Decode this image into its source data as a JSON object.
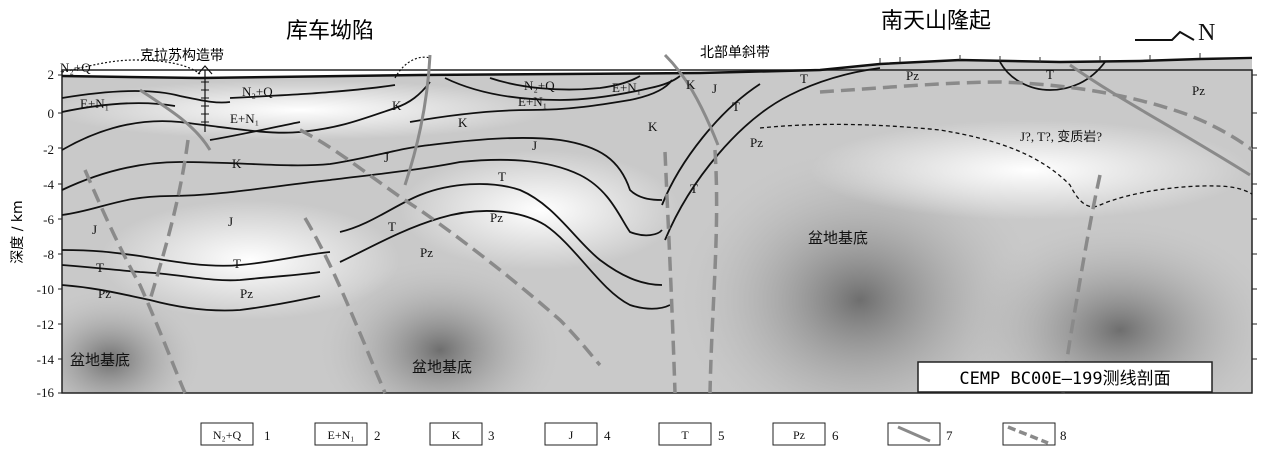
{
  "titles": {
    "kuche": "库车坳陷",
    "tianshan": "南天山隆起",
    "north": "N"
  },
  "structure_labels": {
    "kelasu": "克拉苏构造带",
    "beibu": "北部单斜带"
  },
  "y_axis": {
    "label": "深度 / km",
    "ticks": [
      "2",
      "0",
      "-2",
      "-4",
      "-6",
      "-8",
      "-10",
      "-12",
      "-14",
      "-16"
    ]
  },
  "section_label": "CEMP BC00E—199测线剖面",
  "unit_labels": {
    "nq1": "N₂+Q",
    "nq2": "N₂+Q",
    "nq3": "N₂+Q",
    "en1": "E+N₁",
    "en2": "E+N₁",
    "en3": "E+N₁",
    "en4": "E+N₁",
    "k1": "K",
    "k2": "K",
    "k3": "K",
    "k4": "K",
    "j1": "J",
    "j2": "J",
    "j3": "J",
    "j4": "J",
    "j5": "J",
    "t1": "T",
    "t2": "T",
    "t3": "T",
    "t4": "T",
    "t5": "T",
    "t6": "T",
    "t7": "T",
    "pz1": "Pz",
    "pz2": "Pz",
    "pz3": "Pz",
    "pz4": "Pz",
    "pz5": "Pz",
    "pz6": "Pz",
    "jtq": "J?, T?, 变质岩?",
    "basin1": "盆地基底",
    "basin2": "盆地基底",
    "basin3": "盆地基底"
  },
  "legend": [
    {
      "symbol": "N₂+Q",
      "num": "1"
    },
    {
      "symbol": "E+N₁",
      "num": "2"
    },
    {
      "symbol": "K",
      "num": "3"
    },
    {
      "symbol": "J",
      "num": "4"
    },
    {
      "symbol": "T",
      "num": "5"
    },
    {
      "symbol": "Pz",
      "num": "6"
    },
    {
      "symbol": "",
      "num": "7"
    },
    {
      "symbol": "",
      "num": "8"
    }
  ],
  "colors": {
    "line": "#111111",
    "fault": "#8a8a8a",
    "frame": "#222222"
  }
}
